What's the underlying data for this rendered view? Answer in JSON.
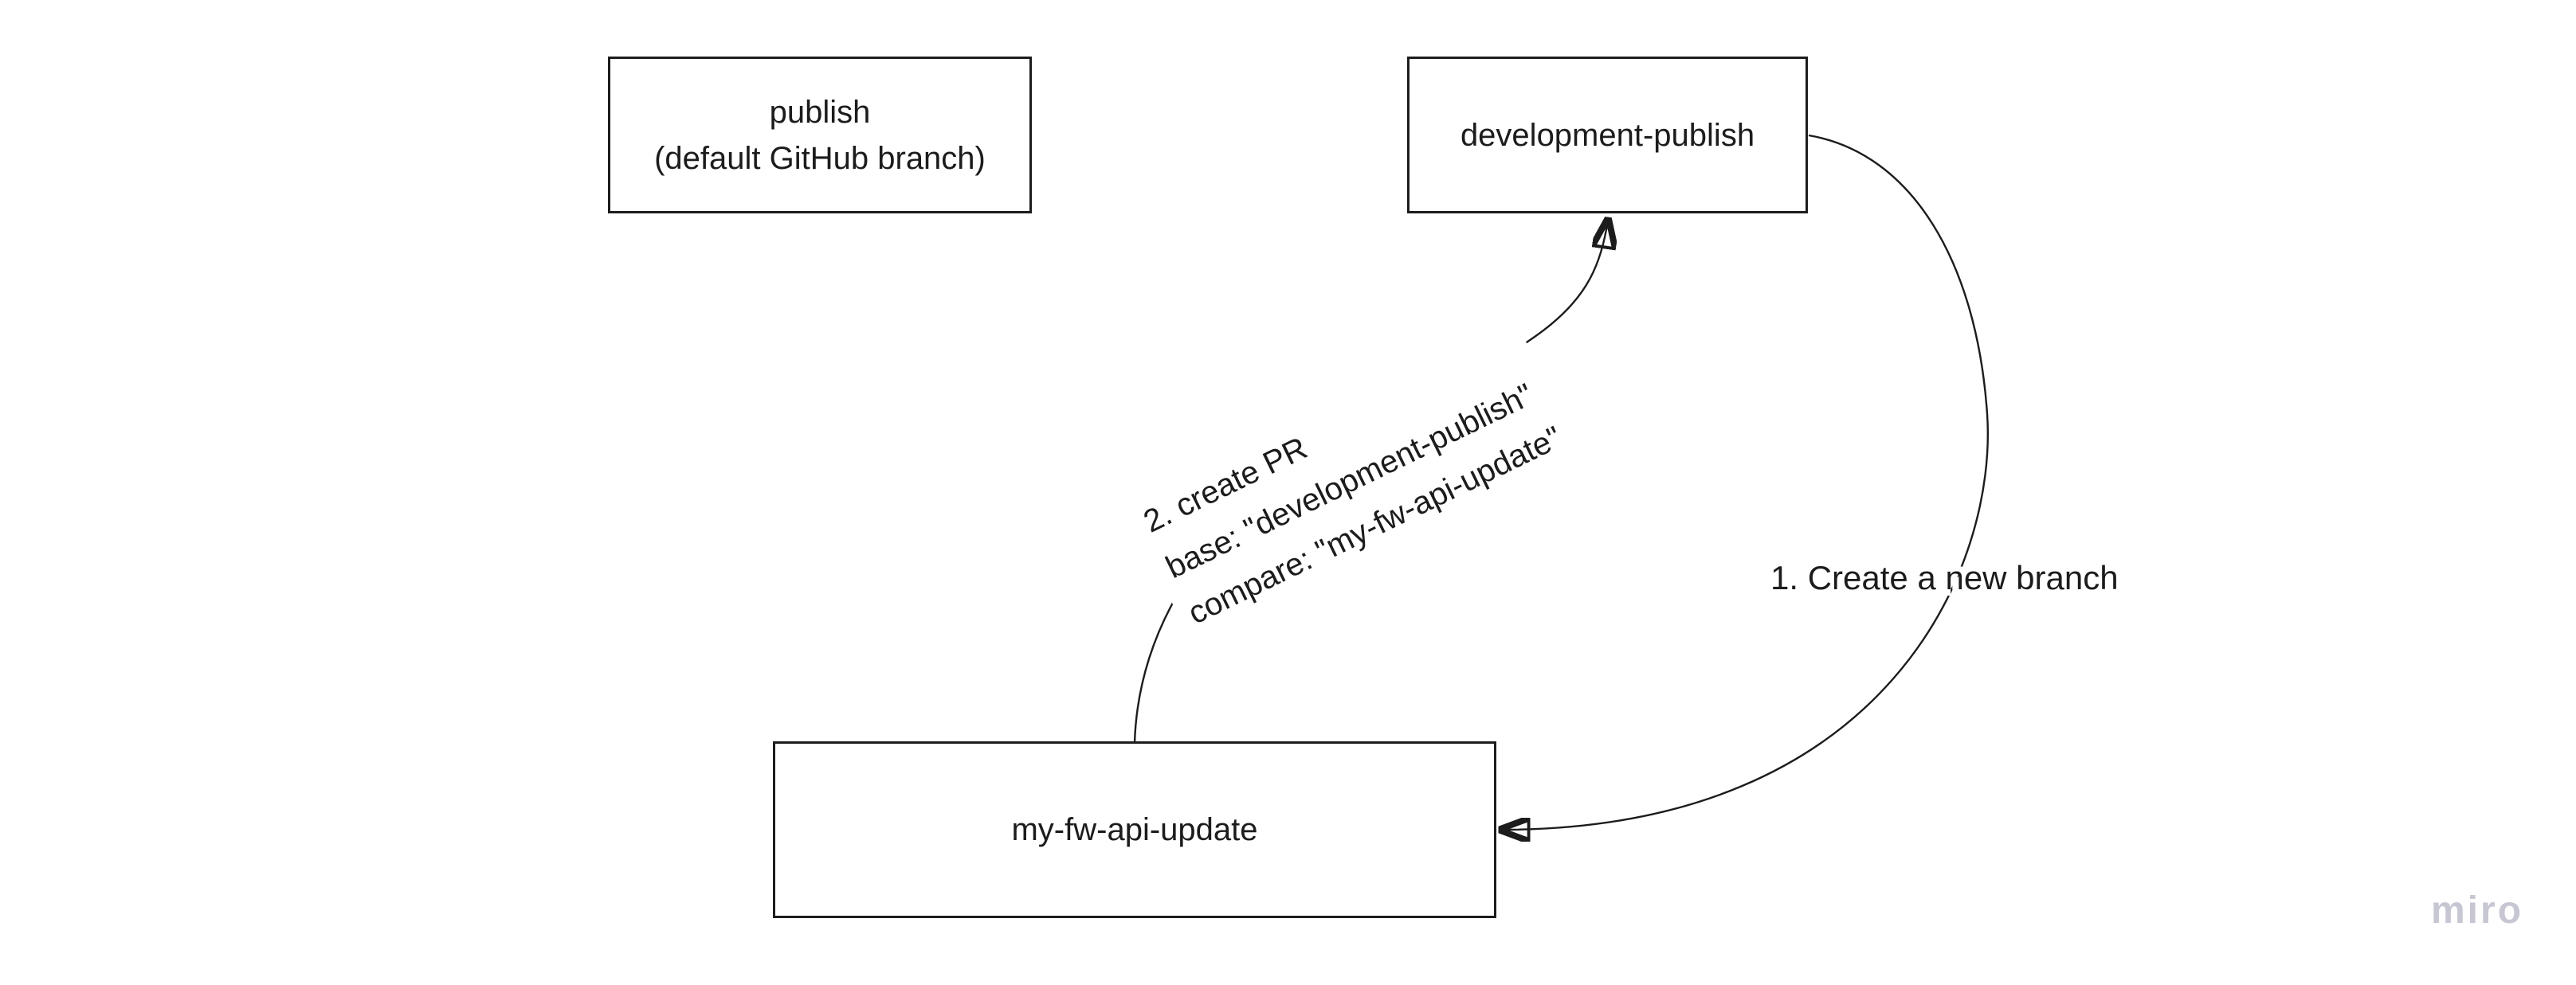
{
  "diagram": {
    "nodes": {
      "publish": {
        "label_line1": "publish",
        "label_line2": "(default GitHub branch)"
      },
      "development_publish": {
        "label": "development-publish"
      },
      "my_fw_api_update": {
        "label": "my-fw-api-update"
      }
    },
    "connectors": {
      "create_branch": {
        "label": "1. Create a new branch"
      },
      "create_pr": {
        "label_line1": "2. create PR",
        "label_line2": "base: \"development-publish\"",
        "label_line3": "compare: \"my-fw-api-update\""
      }
    },
    "watermark": {
      "text": "miro",
      "color": "#c6c7d2"
    },
    "colors": {
      "stroke": "#1c1c1c",
      "background": "#ffffff"
    }
  }
}
